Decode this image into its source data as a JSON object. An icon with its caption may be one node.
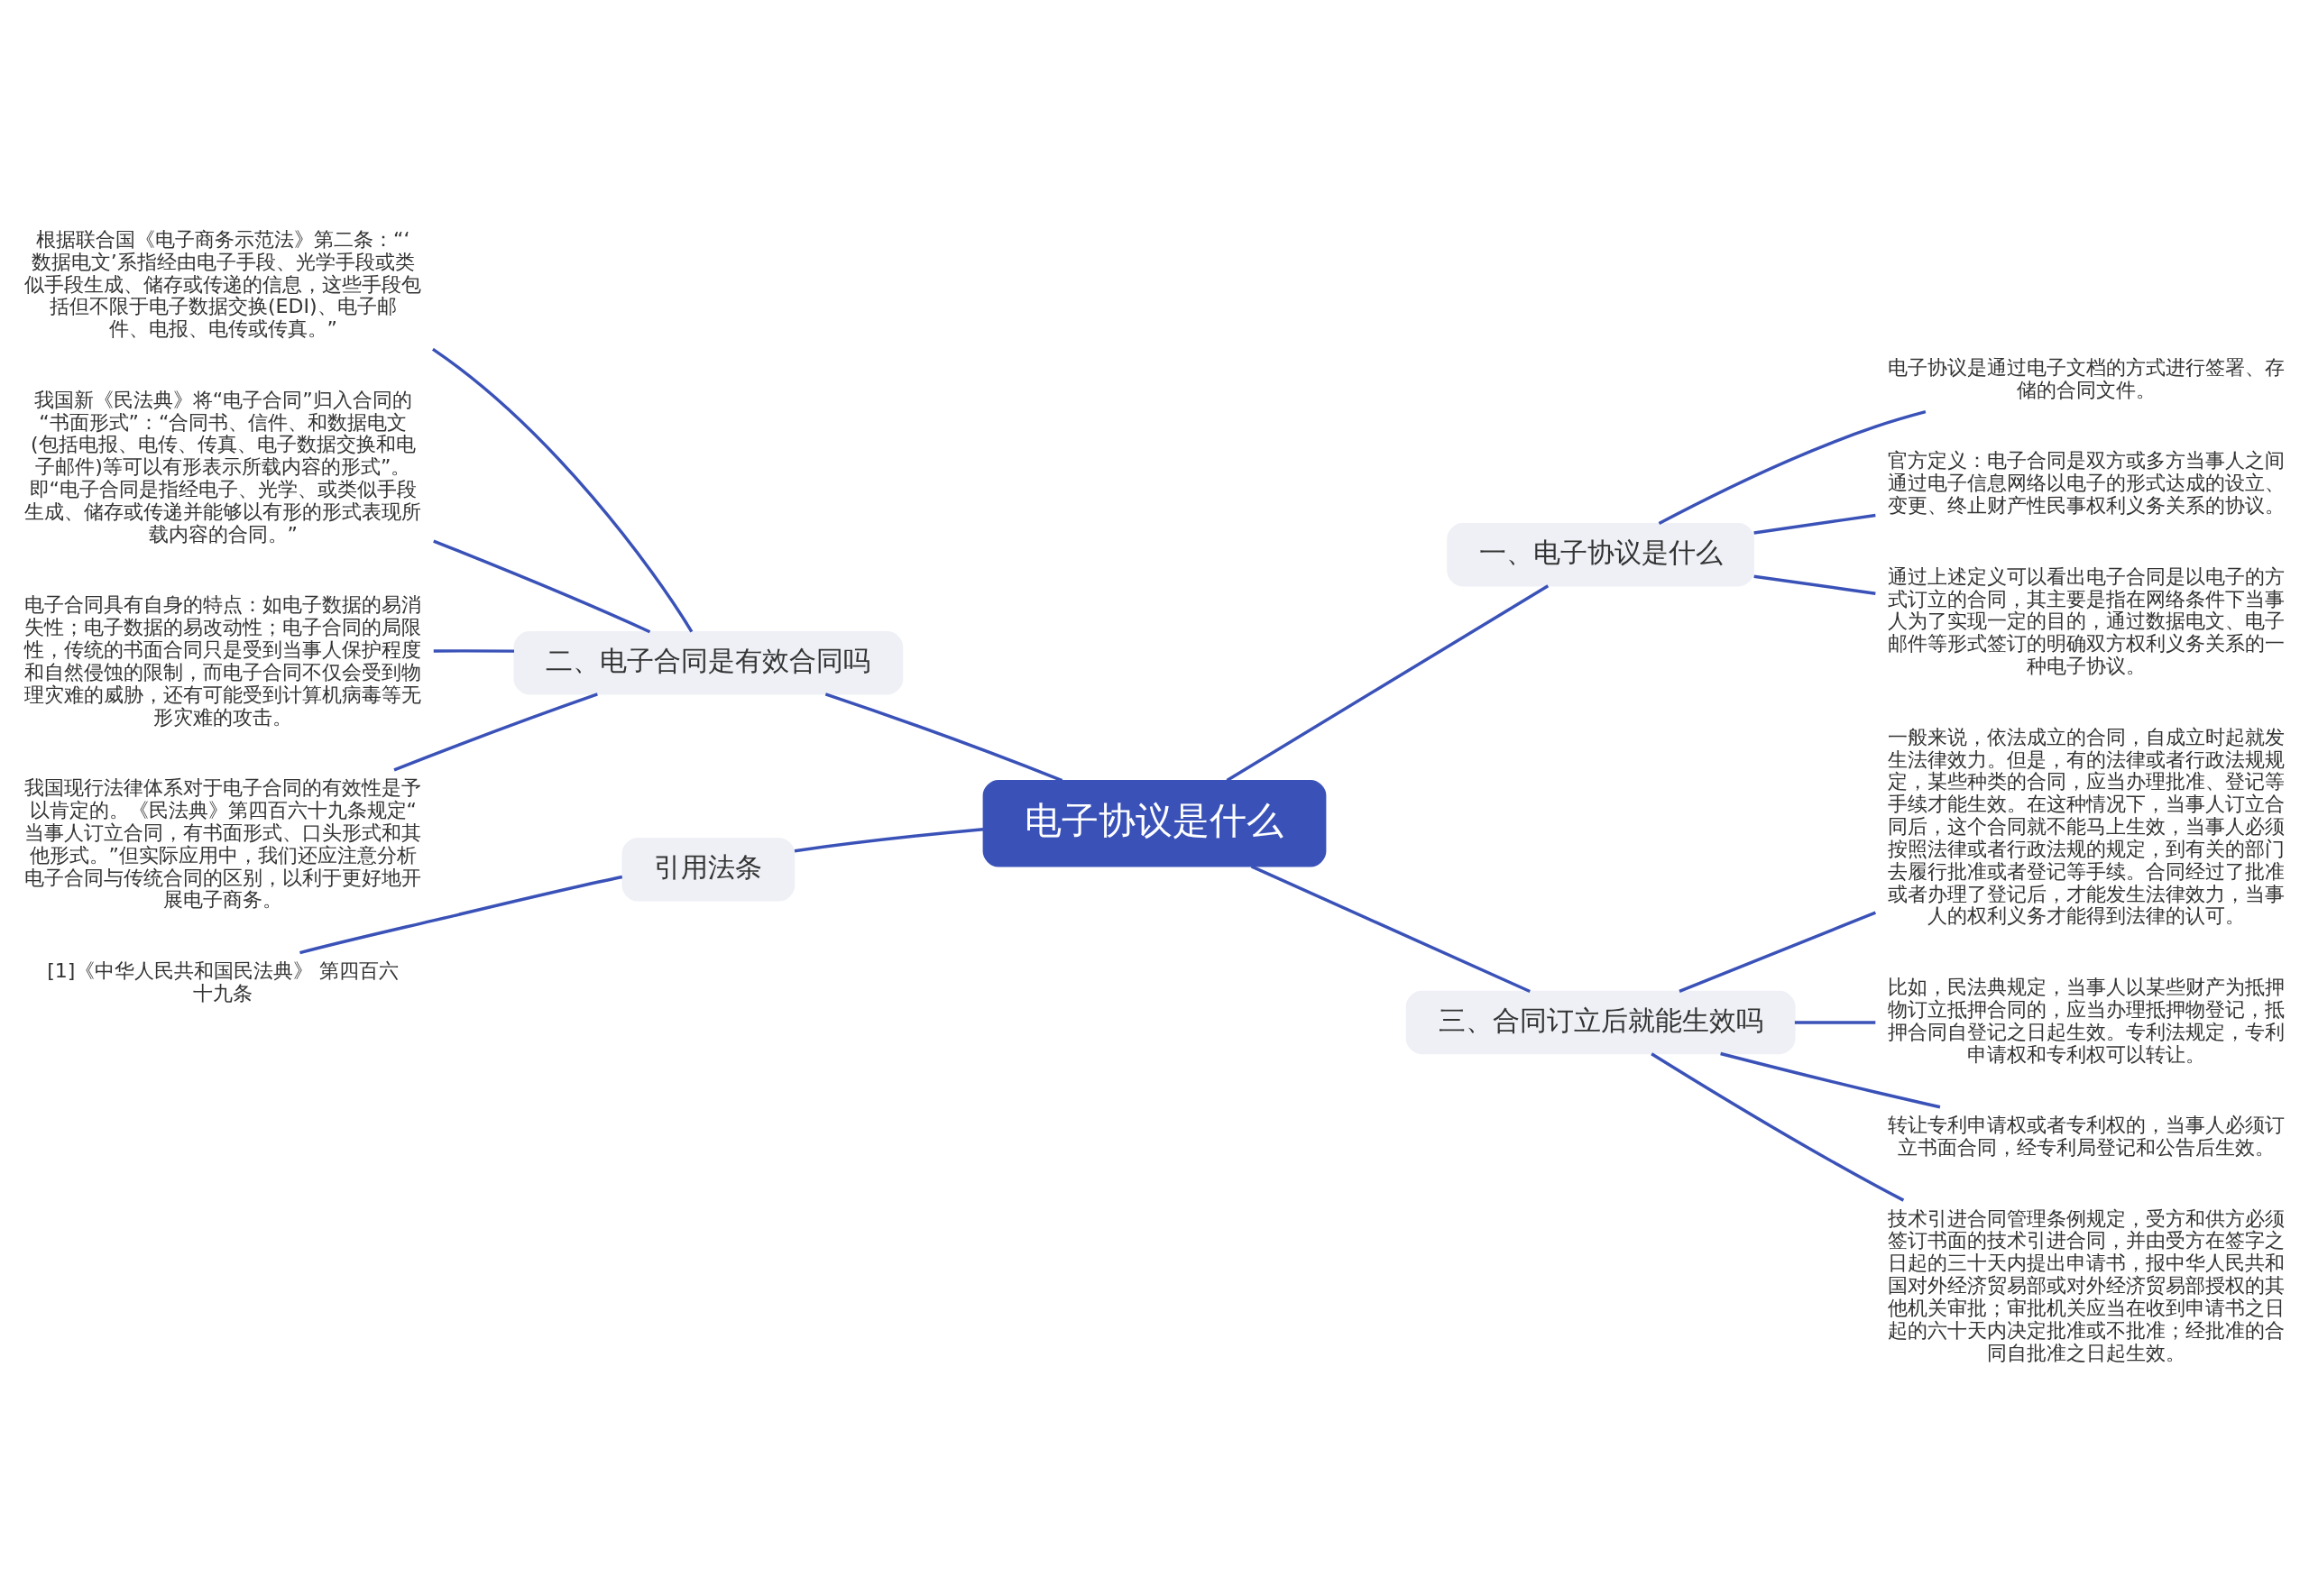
{
  "diagram": {
    "nodes": [
      {
        "text": [
          "电子协议是什么"
        ]
      },
      {
        "text": [
          "一、电子协议是什么"
        ]
      },
      {
        "text": [
          "电子协议是通过电子文档的方式进行签署、存储的合同文件。"
        ]
      },
      {
        "text": [
          "官方定义：电子合同是双方或多方当事人之间通过电子信息网络以电子的形式达成的设立、变更、终止财产性民事权利义务关系的协议。"
        ]
      },
      {
        "text": [
          "通过上述定义可以看出电子合同是以电子的方式订立的合同，其主要是指在网络条件下当事人为了实现一定的目的，通过数据电文、电子邮件等形式签订的明确双方权利义务关系的一种电子协议。"
        ]
      },
      {
        "text": [
          "二、电子合同是有效合同吗"
        ]
      },
      {
        "text": [
          "根据联合国《电子商务示范法》第二条：“‘数据电文’系指经由电子手段、光学手段或类似手段生成、储存或传递的信息，这些手段包括但不限于电子数据交换(EDI)、电子邮件、电报、电传或传真。”"
        ]
      },
      {
        "text": [
          "我国新《民法典》将“电子合同”归入合同的“书面形式”：“合同书、信件、和数据电文(包括电报、电传、传真、电子数据交换和电子邮件)等可以有形表示所载内容的形式”。即“电子合同是指经电子、光学、或类似手段生成、储存或传递并能够以有形的形式表现所载内容的合同。”"
        ]
      },
      {
        "text": [
          "电子合同具有自身的特点：如电子数据的易消失性；电子数据的易改动性；电子合同的局限性，传统的书面合同只是受到当事人保护程度和自然侵蚀的限制，而电子合同不仅会受到物理灾难的威胁，还有可能受到计算机病毒等无形灾难的攻击。"
        ]
      },
      {
        "text": [
          "我国现行法律体系对于电子合同的有效性是予以肯定的。《民法典》第四百六十九条规定“当事人订立合同，有书面形式、口头形式和其他形式。”但实际应用中，我们还应注意分析电子合同与传统合同的区别，以利于更好地开展电子商务。"
        ]
      },
      {
        "text": [
          "三、合同订立后就能生效吗"
        ]
      },
      {
        "text": [
          "一般来说，依法成立的合同，自成立时起就发生法律效力。但是，有的法律或者行政法规规定，某些种类的合同，应当办理批准、登记等手续才能生效。在这种情况下，当事人订立合同后，这个合同就不能马上生效，当事人必须按照法律或者行政法规的规定，到有关的部门去履行批准或者登记等手续。合同经过了批准或者办理了登记后，才能发生法律效力，当事人的权利义务才能得到法律的认可。"
        ]
      },
      {
        "text": [
          "比如，民法典规定，当事人以某些财产为抵押物订立抵押合同的，应当办理抵押物登记，抵押合同自登记之日起生效。专利法规定，专利申请权和专利权可以转让。"
        ]
      },
      {
        "text": [
          "转让专利申请权或者专利权的，当事人必须订立书面合同，经专利局登记和公告后生效。"
        ]
      },
      {
        "text": [
          "技术引进合同管理条例规定，受方和供方必须签订书面的技术引进合同，并由受方在签字之日起的三十天内提出申请书，报中华人民共和国对外经济贸易部或对外经济贸易部授权的其他机关审批；审批机关应当在收到申请书之日起的六十天内决定批准或不批准；经批准的合同自批准之日起生效。"
        ]
      },
      {
        "text": [
          "引用法条"
        ]
      },
      {
        "text": [
          "[1]《中华人民共和国民法典》 第四百六十九条"
        ]
      }
    ],
    "edges": [
      {
        "from": 0,
        "to": 1,
        "arrow": "none"
      },
      {
        "from": 1,
        "to": 2,
        "arrow": "none"
      },
      {
        "from": 1,
        "to": 3,
        "arrow": "none"
      },
      {
        "from": 1,
        "to": 4,
        "arrow": "none"
      },
      {
        "from": 0,
        "to": 5,
        "arrow": "none"
      },
      {
        "from": 5,
        "to": 6,
        "arrow": "none"
      },
      {
        "from": 5,
        "to": 7,
        "arrow": "none"
      },
      {
        "from": 5,
        "to": 8,
        "arrow": "none"
      },
      {
        "from": 5,
        "to": 9,
        "arrow": "none"
      },
      {
        "from": 0,
        "to": 10,
        "arrow": "none"
      },
      {
        "from": 10,
        "to": 11,
        "arrow": "none"
      },
      {
        "from": 10,
        "to": 12,
        "arrow": "none"
      },
      {
        "from": 10,
        "to": 13,
        "arrow": "none"
      },
      {
        "from": 10,
        "to": 14,
        "arrow": "none"
      },
      {
        "from": 0,
        "to": 15,
        "arrow": "none"
      },
      {
        "from": 15,
        "to": 16,
        "arrow": "none"
      }
    ]
  }
}
